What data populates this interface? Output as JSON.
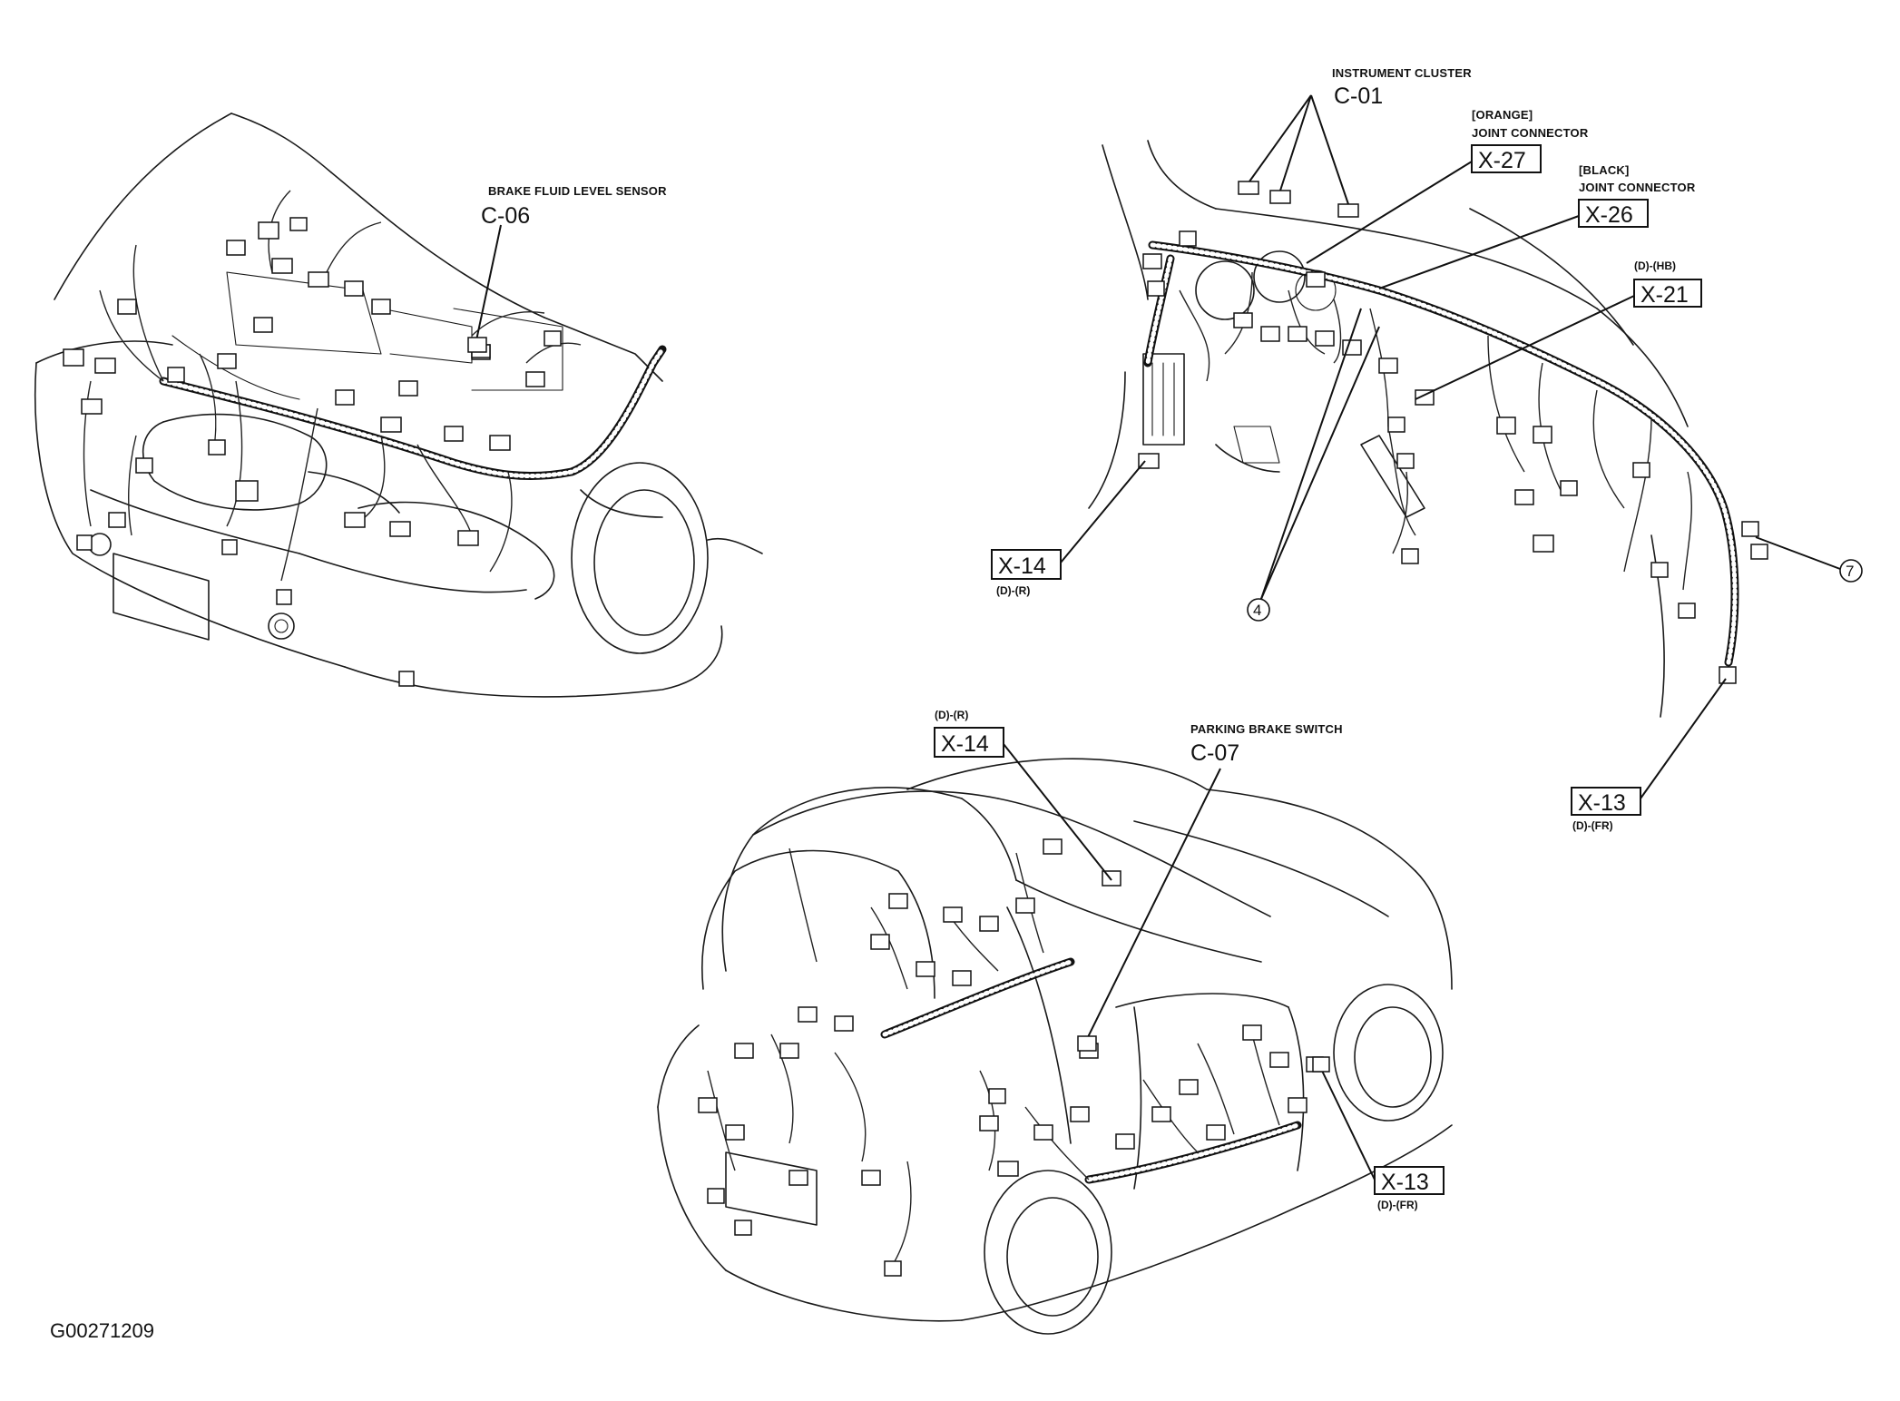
{
  "labels": {
    "brake_fluid": {
      "name": "BRAKE FLUID LEVEL SENSOR",
      "code": "C-06"
    },
    "instrument_cluster": {
      "name": "INSTRUMENT CLUSTER",
      "code": "C-01"
    },
    "orange_joint": {
      "color": "[ORANGE]",
      "name": "JOINT CONNECTOR",
      "code": "X-27"
    },
    "black_joint": {
      "color": "[BLACK]",
      "name": "JOINT CONNECTOR",
      "code": "X-26"
    },
    "x21": {
      "sub": "(D)-(HB)",
      "code": "X-21"
    },
    "x14_dash": {
      "code": "X-14",
      "sub": "(D)-(R)"
    },
    "x13_dash": {
      "code": "X-13",
      "sub": "(D)-(FR)"
    },
    "x14_body": {
      "sub": "(D)-(R)",
      "code": "X-14"
    },
    "parking_brake": {
      "name": "PARKING BRAKE SWITCH",
      "code": "C-07"
    },
    "x13_body": {
      "code": "X-13",
      "sub": "(D)-(FR)"
    },
    "callout_4": "4",
    "callout_7": "7"
  },
  "figure_id": "G00271209"
}
